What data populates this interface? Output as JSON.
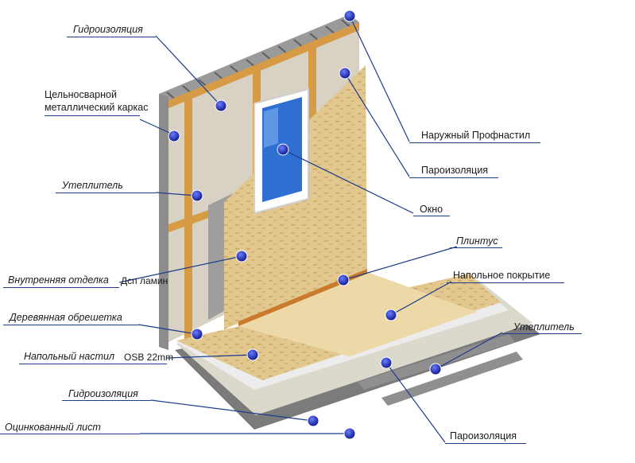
{
  "labels": {
    "roof_waterproofing": "Гидроизоляция",
    "frame_line1": "Цельносварной",
    "frame_line2": "металлический каркас",
    "wall_insulation": "Утеплитель",
    "interior_finish": "Внутренняя отделка",
    "interior_finish_material": "Дсп ламин",
    "wood_battens": "Деревянная обрешетка",
    "floor_deck": "Напольный настил",
    "floor_deck_material": "OSB 22mm",
    "floor_waterproofing": "Гидроизоляция",
    "galvanized_sheet": "Оцинкованный лист",
    "outer_profile": "Наружный Профнастил",
    "wall_vapor_barrier": "Пароизоляция",
    "window": "Окно",
    "skirting": "Плинтус",
    "floor_covering": "Напольное покрытие",
    "floor_insulation": "Утеплитель",
    "floor_vapor_barrier": "Пароизоляция"
  },
  "colors": {
    "marker": "#1c2fa6",
    "leader": "#1d3c8c",
    "osb": "#e0c48a",
    "timber": "#d79a45",
    "insulation": "#d8d2c4",
    "steel": "#8c8c8c",
    "window_glass": "#2f6fd1"
  }
}
